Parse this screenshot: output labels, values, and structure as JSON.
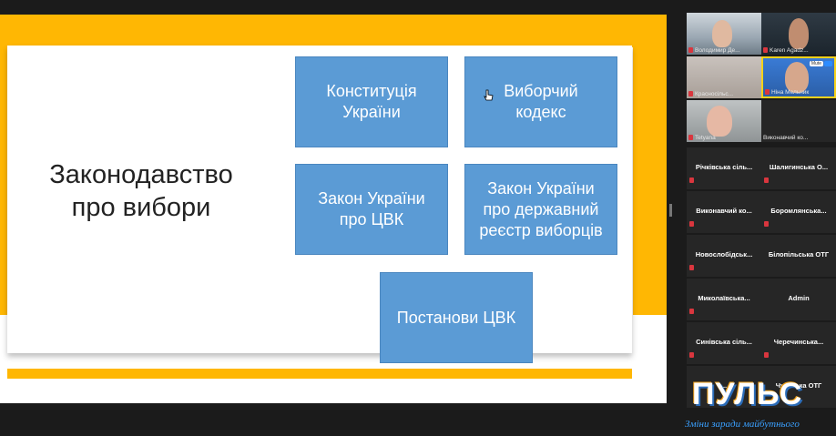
{
  "slide": {
    "title": "Законодавство\nпро вибори",
    "boxes": [
      {
        "label": "Конституція\nУкраїни"
      },
      {
        "label": "Виборчий\nкодекс"
      },
      {
        "label": "Закон України\nпро ЦВК"
      },
      {
        "label": "Закон України\nпро державний\nреєстр виборців"
      },
      {
        "label": "Постанови ЦВК"
      }
    ]
  },
  "participants": [
    {
      "name": "Володимир Де...",
      "video": true
    },
    {
      "name": "Karen Agadz...",
      "video": true
    },
    {
      "name": "Красносільс...",
      "video": true
    },
    {
      "name": "Ніна Мельник",
      "video": true,
      "active": true,
      "badge": "Mute"
    },
    {
      "name": "Tetyana",
      "video": true
    },
    {
      "name": "Виконавчий ко...",
      "video": false,
      "bottom": true
    },
    {
      "name": "Річківська сіль...",
      "video": false
    },
    {
      "name": "Шалигинська О...",
      "video": false
    },
    {
      "name": "Виконавчий ко...",
      "video": false
    },
    {
      "name": "Боромлянська...",
      "video": false
    },
    {
      "name": "Новослобідськ...",
      "video": false
    },
    {
      "name": "Білопільська ОТГ",
      "video": false
    },
    {
      "name": "Миколаївська...",
      "video": false
    },
    {
      "name": "Admin",
      "video": false
    },
    {
      "name": "Синівська сіль...",
      "video": false
    },
    {
      "name": "Черечинська...",
      "video": false
    },
    {
      "name": "...",
      "video": false
    },
    {
      "name": "Чу... ська ОТГ",
      "video": false
    }
  ],
  "logo": {
    "word": "ПУЛЬС",
    "slogan": "Зміни заради майбутнього"
  },
  "colors": {
    "accent_yellow": "#ffb703",
    "box_blue": "#5b9bd5",
    "active_border": "#f7d21b"
  }
}
